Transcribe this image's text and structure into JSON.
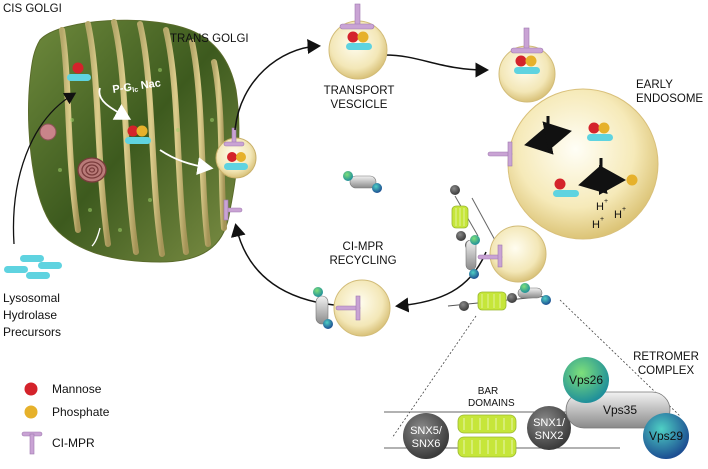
{
  "labels": {
    "cis_golgi": "CIS GOLGI",
    "trans_golgi": "TRANS GOLGI",
    "transport_vesicle": [
      "TRANSPORT",
      "VESCICLE"
    ],
    "early_endosome": [
      "EARLY",
      "ENDOSOME"
    ],
    "ci_mpr_recycling": [
      "CI-MPR",
      "RECYCLING"
    ],
    "precursors": [
      "Lysosomal",
      "Hydrolase",
      "Precursors"
    ],
    "retromer_complex": [
      "RETROMER",
      "COMPLEX"
    ],
    "bar_domains": [
      "BAR",
      "DOMAINS"
    ],
    "p_glcnac": {
      "p": "P-G",
      "sub": "lc",
      "suffix": "Nac"
    },
    "h_plus": "H"
  },
  "legend": [
    {
      "label": "Mannose",
      "icon": "mannose-icon"
    },
    {
      "label": "Phosphate",
      "icon": "phosphate-icon"
    },
    {
      "label": "CI-MPR",
      "icon": "ci-mpr-icon"
    }
  ],
  "proteins": {
    "snx5_snx6": [
      "SNX5/",
      "SNX6"
    ],
    "snx1_snx2": [
      "SNX1/",
      "SNX2"
    ],
    "vps26": "Vps26",
    "vps35": "Vps35",
    "vps29": "Vps29"
  },
  "colors": {
    "mannose": "#d4232b",
    "phosphate": "#e6b12b",
    "hydrolase": "#5fd3e0",
    "ci_mpr": "#c9a3d4",
    "golgi": "#4e6a2a",
    "vesicle": "#f3e6b2",
    "bar_domain": "#c6e63a"
  }
}
